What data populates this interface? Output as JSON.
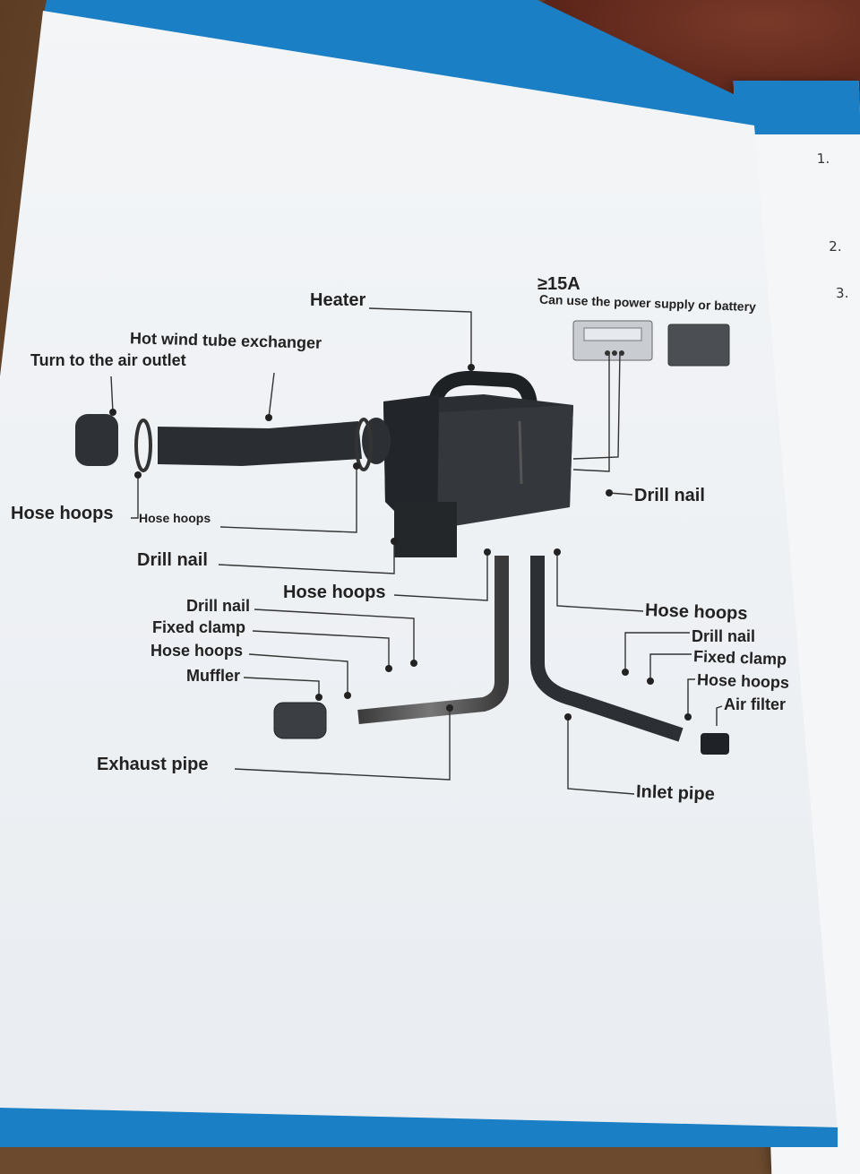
{
  "labels": {
    "heater": "Heater",
    "power_amp": "≥15A",
    "power_note": "Can use the power supply or battery",
    "hot_wind_tube": "Hot wind tube exchanger",
    "turn_outlet": "Turn to the air outlet",
    "hose_hoops_left_big": "Hose hoops",
    "hose_hoops_left_small": "Hose hoops",
    "drill_nail_right": "Drill nail",
    "drill_nail_mid": "Drill nail",
    "hose_hoops_center": "Hose hoops",
    "drill_nail_lower": "Drill nail",
    "fixed_clamp_lower": "Fixed clamp",
    "hose_hoops_lower": "Hose hoops",
    "muffler": "Muffler",
    "exhaust_pipe": "Exhaust pipe",
    "hose_hoops_r1": "Hose hoops",
    "drill_nail_r2": "Drill nail",
    "fixed_clamp_r3": "Fixed clamp",
    "hose_hoops_r4": "Hose hoops",
    "air_filter": "Air filter",
    "inlet_pipe": "Inlet pipe"
  },
  "right_page": {
    "n1": "1.",
    "n2": "2.",
    "n3": "3."
  },
  "colors": {
    "page": "#f2f4f6",
    "blue_band": "#1a7fc4",
    "ink": "#222222"
  }
}
